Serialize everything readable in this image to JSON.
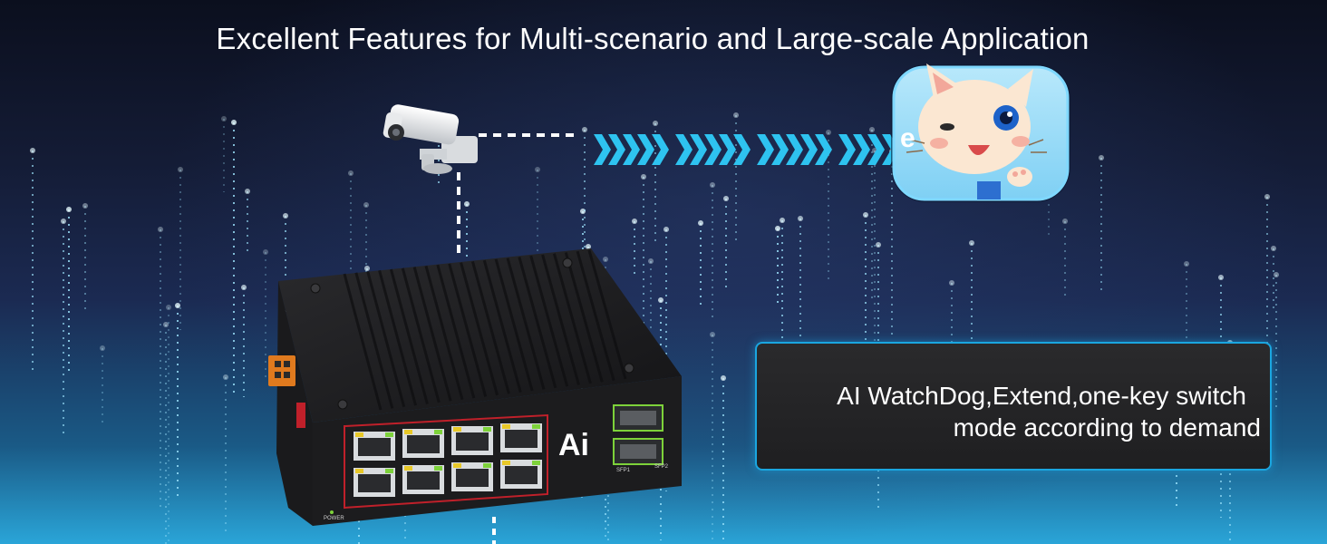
{
  "header": {
    "title": "Excellent Features for Multi-scenario and Large-scale Application"
  },
  "feature_box": {
    "line1": "AI WatchDog,Extend,one-key switch",
    "line2": "mode according to demand"
  },
  "device": {
    "brand_label": "Ai",
    "power_label": "POWER",
    "sfp1_label": "SFP1",
    "sfp2_label": "SFP2"
  },
  "colors": {
    "accent": "#1aa6e0",
    "arrow": "#2ec3f0",
    "chassis": "#1c1c1e",
    "port_frame": "#c0202a",
    "led_green": "#7dd23a",
    "led_yellow": "#e8c828",
    "terminal": "#e07a1e"
  },
  "icons": [
    "ip-camera-icon",
    "cat-app-icon",
    "arrow-chevron-icon",
    "network-switch-icon"
  ]
}
